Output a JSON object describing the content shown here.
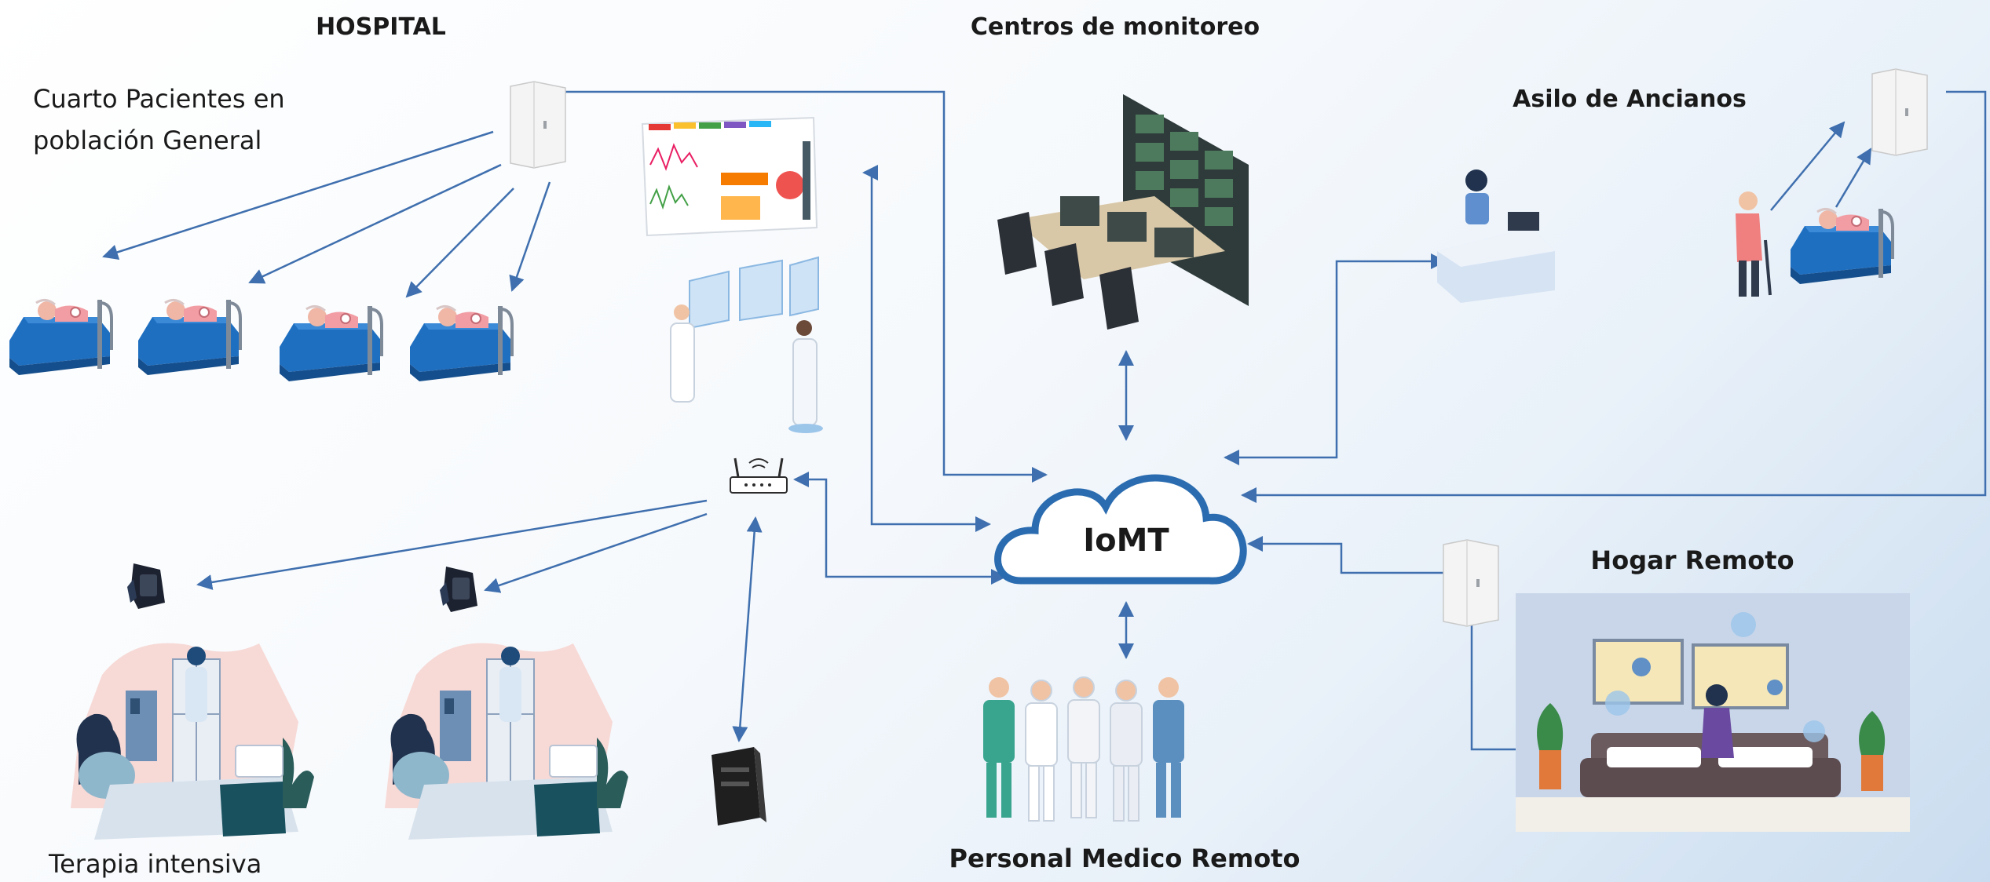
{
  "sections": {
    "hospital": "HOSPITAL",
    "monitoring": "Centros de monitoreo",
    "nursing_home": "Asilo de Ancianos",
    "general_room_line1": "Cuarto Pacientes en",
    "general_room_line2": "población General",
    "cloud": "IoMT",
    "home": "Hogar Remoto",
    "icu": "Terapia intensiva",
    "remote_staff": "Personal Medico Remoto"
  },
  "colors": {
    "cloud_stroke": "#2b6cb0",
    "connector": "#3f6fae",
    "bed": "#1f6fc1",
    "scrubs_green": "#3aa58f",
    "room_bg": "#c9d6ea"
  },
  "icons": [
    "gateway-icon",
    "bed-icon",
    "dashboard-icon",
    "doctors-hologram-icon",
    "router-icon",
    "wearable-monitor-icon",
    "icu-room-icon",
    "server-icon",
    "control-room-icon",
    "reception-desk-icon",
    "elderly-person-icon",
    "cloud-icon",
    "medical-staff-icon",
    "living-room-icon"
  ]
}
